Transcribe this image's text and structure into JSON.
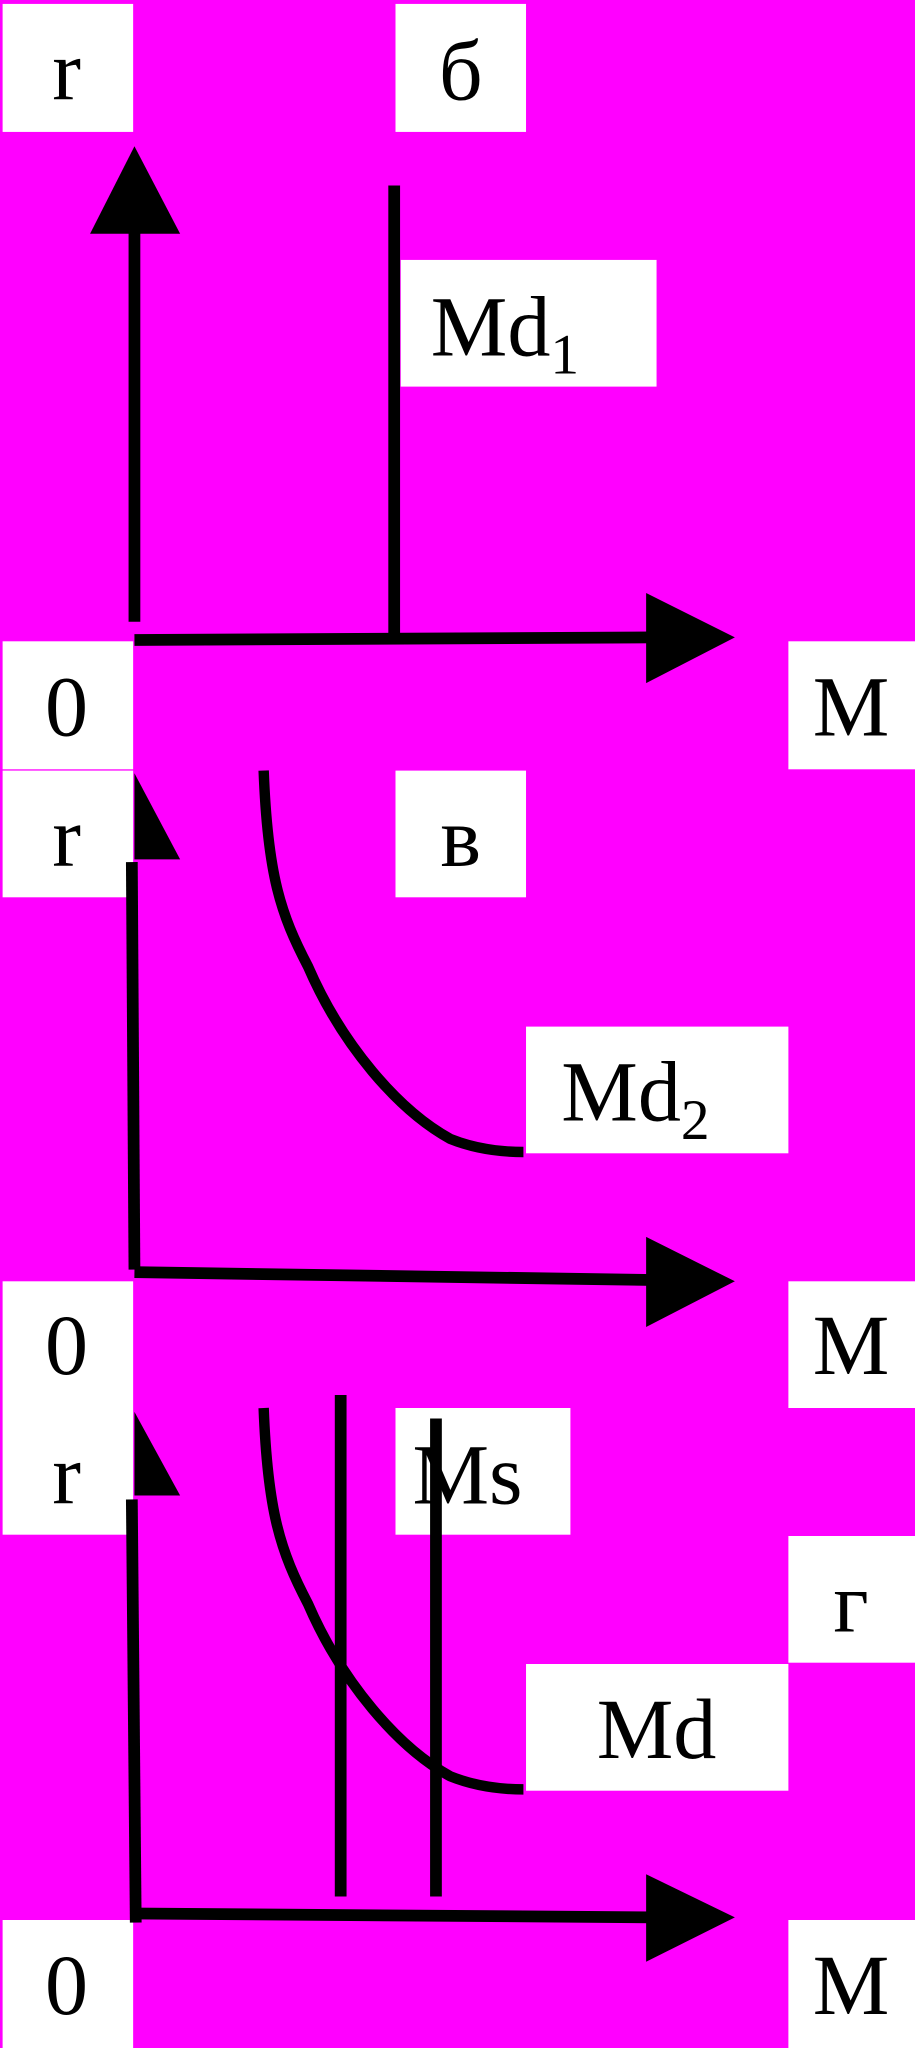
{
  "colors": {
    "background": "#ff00ff",
    "label_box": "#ffffff",
    "ink": "#000000"
  },
  "panels": [
    {
      "panel_label": "б",
      "y_axis_label": "r",
      "x_axis_label": "M",
      "origin_label": "0",
      "curve": {
        "label_main": "Md",
        "label_sub": "1",
        "shape": "vertical-line"
      }
    },
    {
      "panel_label": "в",
      "y_axis_label": "r",
      "x_axis_label": "M",
      "origin_label": "0",
      "curve": {
        "label_main": "Md",
        "label_sub": "2",
        "shape": "decreasing-convex-curve"
      }
    },
    {
      "panel_label": "г",
      "y_axis_label": "r",
      "x_axis_label": "M",
      "origin_label": "0",
      "curve": {
        "label_main": "Md",
        "shape": "decreasing-convex-curve"
      },
      "supply": {
        "label": "Ms",
        "shape": "two-vertical-lines"
      }
    }
  ]
}
